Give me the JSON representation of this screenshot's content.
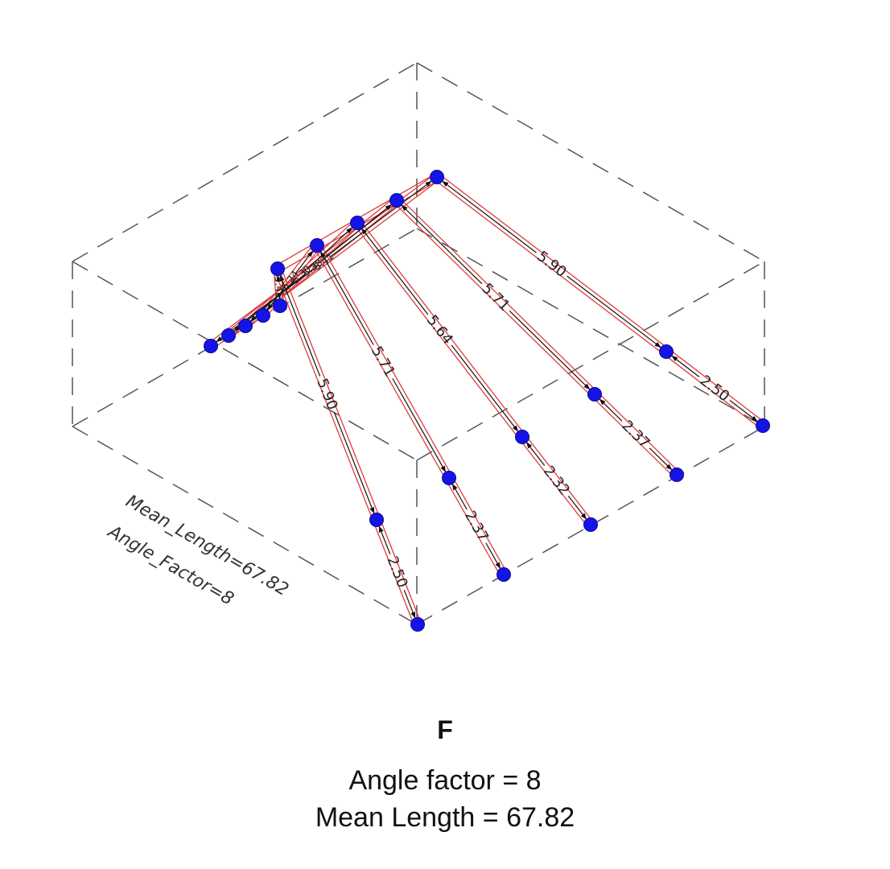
{
  "diagram": {
    "annotation_lines": [
      "Mean_Length=67.82",
      "Angle_Factor=8"
    ],
    "top_labels": [
      "5.41",
      "5.38",
      "5.30",
      "5.24",
      "5.41"
    ],
    "ribs": [
      {
        "long": "5.90",
        "short": "2.50"
      },
      {
        "long": "5.71",
        "short": "2.37"
      },
      {
        "long": "5.64",
        "short": "2.32"
      },
      {
        "long": "5.71",
        "short": "2.37"
      },
      {
        "long": "5.90",
        "short": "2.50"
      }
    ],
    "colors": {
      "node": "#1414e6",
      "boundary": "#e03a3a",
      "dimension": "#111111",
      "box": "#555555"
    }
  },
  "caption": {
    "letter": "F",
    "angle_factor": "Angle factor = 8",
    "mean_length": "Mean Length = 67.82"
  }
}
